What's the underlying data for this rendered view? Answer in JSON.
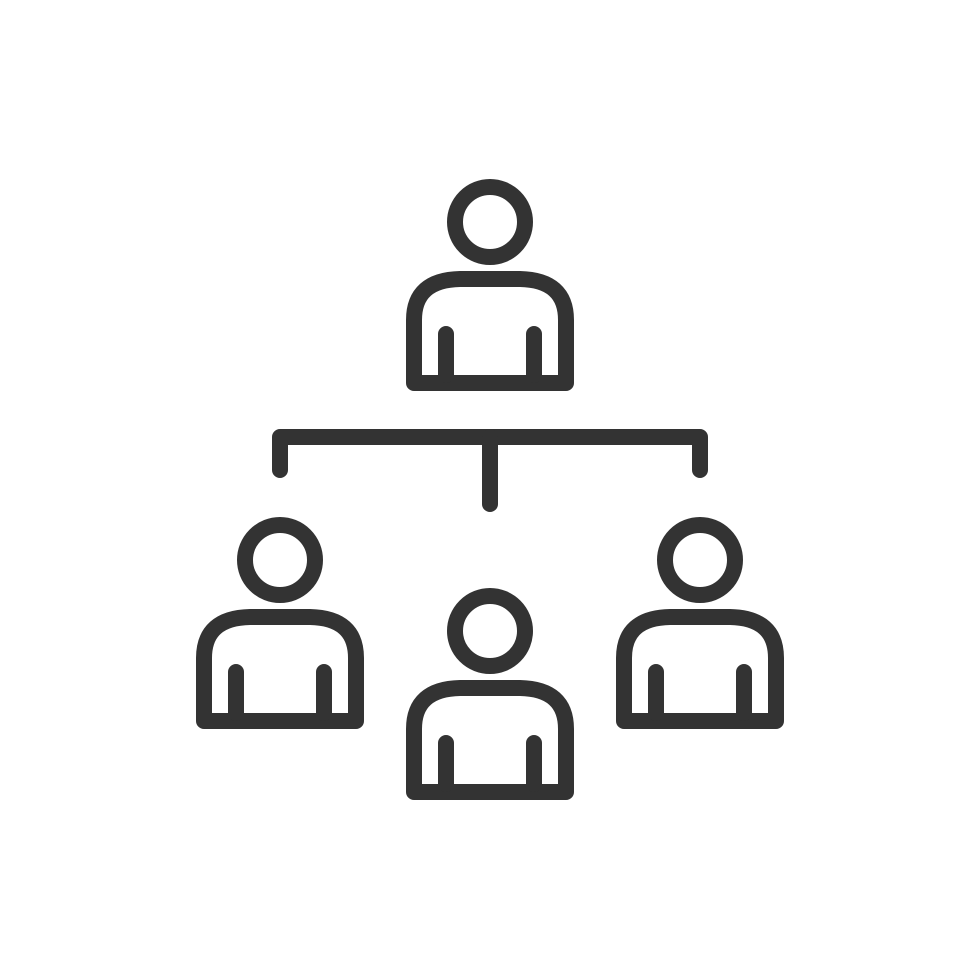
{
  "icon": {
    "name": "org-chart-icon",
    "stroke_color": "#333333",
    "background_color": "#ffffff",
    "people": [
      {
        "name": "person-top-icon",
        "role": "leader"
      },
      {
        "name": "person-left-icon",
        "role": "member"
      },
      {
        "name": "person-center-icon",
        "role": "member"
      },
      {
        "name": "person-right-icon",
        "role": "member"
      }
    ],
    "connector": {
      "name": "connector-lines-icon"
    }
  }
}
